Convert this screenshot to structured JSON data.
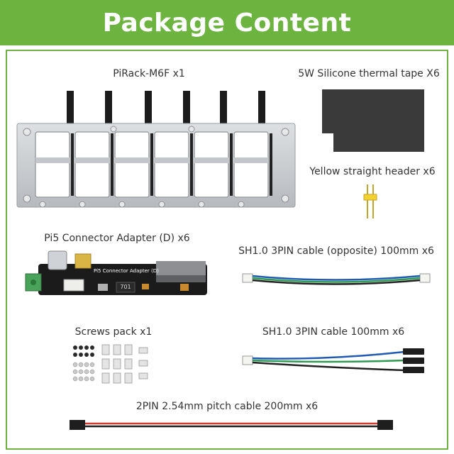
{
  "header": {
    "title": "Package Content"
  },
  "items": [
    {
      "label": "PiRack-M6F x1"
    },
    {
      "label": "5W Silicone thermal tape X6"
    },
    {
      "label": "Yellow straight header x6"
    },
    {
      "label": "Pi5 Connector Adapter (D) x6"
    },
    {
      "label": "SH1.0 3PIN cable (opposite) 100mm x6"
    },
    {
      "label": "Screws pack x1"
    },
    {
      "label": "SH1.0 3PIN cable 100mm x6"
    },
    {
      "label": "2PIN 2.54mm pitch cable 200mm x6"
    }
  ],
  "pcb": {
    "silkscreen": "Pi5 Connector Adapter (D)",
    "chip": "701"
  },
  "colors": {
    "brand_green": "#6db33f",
    "pcb_black": "#1b1b1b",
    "rack_silver": "#c9ccd0"
  }
}
